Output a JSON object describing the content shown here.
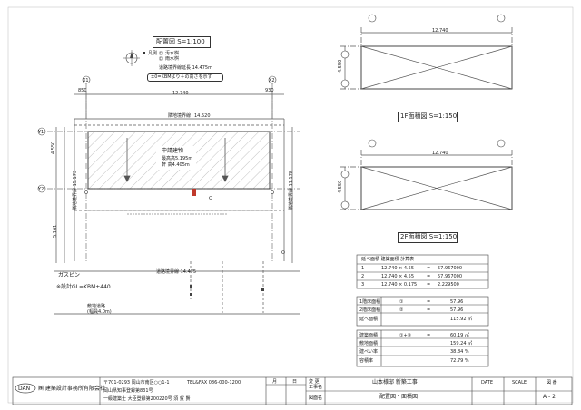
{
  "site": {
    "title": "配置図 S=1:100",
    "legend_items": [
      "汚水桝",
      "雨水桝"
    ],
    "legend_label": "凡例",
    "road_width": "道路境界線延長 14.475m",
    "gl_note": "±0=KBMより＋の高さを示す",
    "width_top": "12.740",
    "left_offset": "850",
    "right_offset": "930",
    "north_line_label": "隣地境界線",
    "north_line_len": "14.520",
    "building_label": "申請建物",
    "building_h1": "最高高5.195m",
    "building_h2": "軒 高4.405m",
    "left_dim": "4.550",
    "left_total": "5.161",
    "left_side": "隣地境界線 15.173",
    "right_side": "隣地境界線 11.178",
    "road_label": "道路境界線 14.475",
    "gas_label": "ガスピン",
    "kbm_label": "※設計GL=KBM+440",
    "bottom_note1": "敷地道路",
    "bottom_note2": "(幅員4.0m)",
    "axis_tags": [
      "X1",
      "X2",
      "Y1",
      "Y2"
    ]
  },
  "floor1": {
    "title": "1F面積図 S=1:150",
    "width": "12.740",
    "height": "4.550"
  },
  "floor2": {
    "title": "2F面積図 S=1:150",
    "width": "12.740",
    "height": "4.550"
  },
  "area_table": {
    "title": "延べ面積 建築面積 計算表",
    "rows": [
      {
        "no": "1",
        "formula": "12.740 × 4.55",
        "eq": "=",
        "val": "57.967000"
      },
      {
        "no": "2",
        "formula": "12.740 × 4.55",
        "eq": "=",
        "val": "57.967000"
      },
      {
        "no": "3",
        "formula": "12.740 × 0.175",
        "eq": "=",
        "val": "2.229500"
      }
    ],
    "floor_rows": [
      {
        "label": "1階床面積",
        "ref": "①",
        "eq": "=",
        "val": "57.96"
      },
      {
        "label": "2階床面積",
        "ref": "②",
        "eq": "=",
        "val": "57.96"
      },
      {
        "label": "延べ面積",
        "ref": "",
        "eq": "",
        "val": "115.92 ㎡"
      }
    ],
    "site_rows": [
      {
        "label": "建築面積",
        "ref": "①+③",
        "eq": "=",
        "val": "60.19 ㎡"
      },
      {
        "label": "敷地面積",
        "ref": "",
        "eq": "",
        "val": "159.24 ㎡"
      },
      {
        "label": "建ぺい率",
        "ref": "",
        "eq": "",
        "val": "38.84 %"
      },
      {
        "label": "容積率",
        "ref": "",
        "eq": "",
        "val": "72.79 %"
      }
    ]
  },
  "title_block": {
    "logo": "DAN",
    "company": "㈱ 建築設計事務所有限会社",
    "addr1": "〒701-0293 岡山市南区○○1-1",
    "addr2": "岡山県知事登録第831号",
    "addr3": "一級建築士 大臣登録第200220号 須 賀 賢",
    "tel": "TEL&FAX 086-000-1200",
    "rev_head": [
      "月",
      "日",
      "変 更"
    ],
    "project_label": "工事名",
    "project": "山本様邸 新築工事",
    "drawing_label": "図面名",
    "drawing": "配置図・面積図",
    "date_label": "DATE",
    "scale_label": "SCALE",
    "no_label": "図 番",
    "no": "A - 2"
  }
}
